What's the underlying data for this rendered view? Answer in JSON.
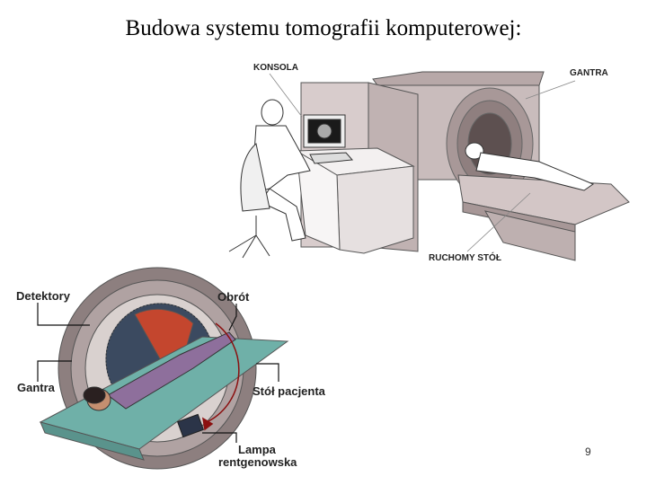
{
  "slide": {
    "title": "Budowa systemu tomografii komputerowej:",
    "page_number": "9"
  },
  "top_diagram": {
    "labels": {
      "konsola": "KONSOLA",
      "gantra": "GANTRA",
      "ruchomy_stol": "RUCHOMY STÓŁ"
    }
  },
  "bottom_diagram": {
    "labels": {
      "detektory": "Detektory",
      "obrot": "Obrót",
      "gantra": "Gantra",
      "stol_pacjenta": "Stół pacjenta",
      "lampa_line1": "Lampa",
      "lampa_line2": "rentgenowska"
    }
  }
}
